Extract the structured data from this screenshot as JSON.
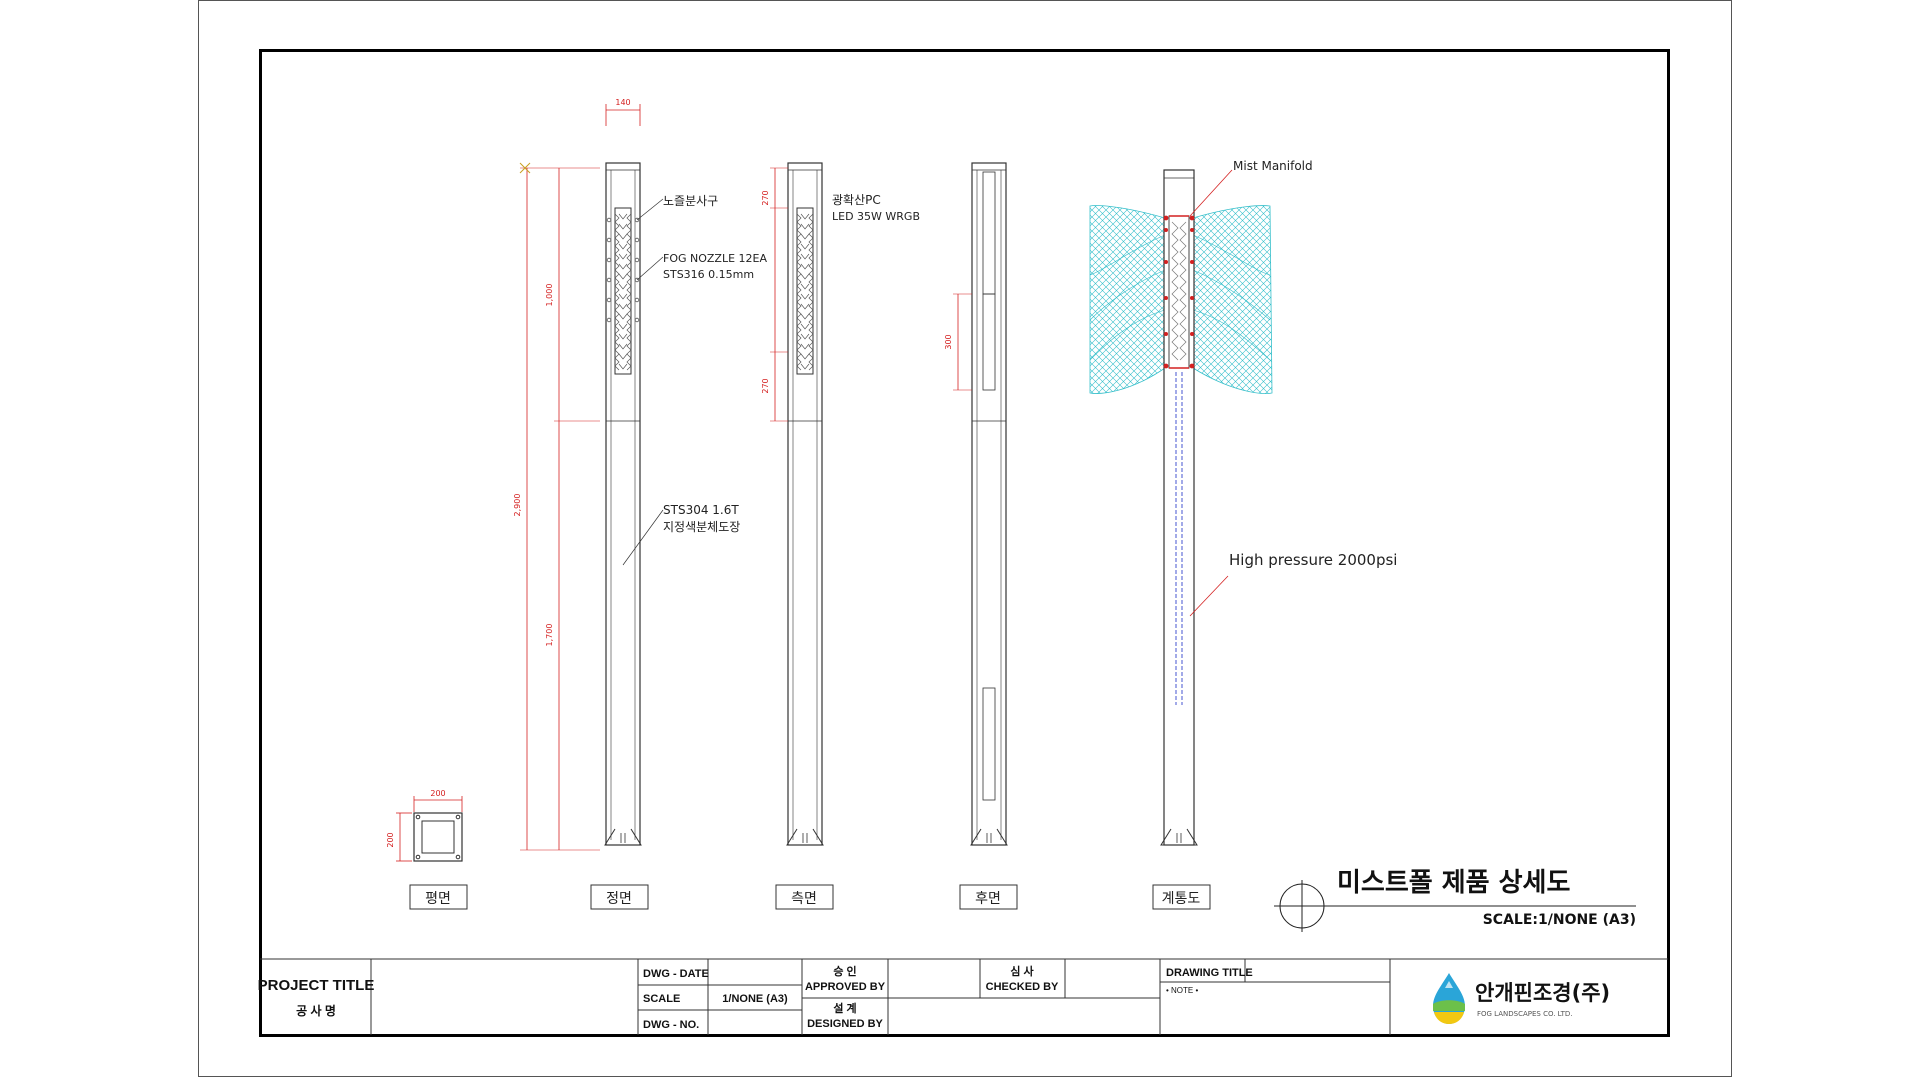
{
  "drawing": {
    "dim_top": "140",
    "dim_plan_w": "200",
    "dim_plan_h": "200",
    "dim_total": "2,900",
    "dim_upper": "1,000",
    "dim_lower": "1,700",
    "dim_side_top": "270",
    "dim_side_bottom": "270",
    "dim_back": "300",
    "labels": {
      "nozzle_outlet": "노즐분사구",
      "fog_nozzle_1": "FOG NOZZLE  12EA",
      "fog_nozzle_2": "STS316  0.15mm",
      "pole_material_1": "STS304  1.6T",
      "pole_material_2": "지정색분체도장",
      "light_1": "광확산PC",
      "light_2": "LED  35W  WRGB",
      "mist_manifold": "Mist Manifold",
      "high_pressure": "High pressure 2000psi"
    },
    "view_captions": [
      "평면",
      "정면",
      "측면",
      "후면",
      "계통도"
    ],
    "sheet_title": "미스트폴 제품 상세도",
    "scale_note": "SCALE:1/NONE (A3)"
  },
  "titleblock": {
    "project_title": "PROJECT TITLE",
    "project_title_kr": "공  사  명",
    "dwg_date": "DWG - DATE",
    "scale": "SCALE",
    "scale_value": "1/NONE (A3)",
    "dwg_no": "DWG - NO.",
    "approved_kr": "승     인",
    "approved": "APPROVED BY",
    "checked_kr": "심     사",
    "checked": "CHECKED BY",
    "designed_kr": "설     계",
    "designed": "DESIGNED BY",
    "drawing_title": "DRAWING TITLE",
    "note": "• NOTE •",
    "company_kr": "안개핀조경(주)",
    "company_en": "FOG LANDSCAPES CO. LTD."
  },
  "colors": {
    "dimension": "#d42020",
    "mist": "#2bbcc8",
    "pipe": "#3344cc"
  }
}
